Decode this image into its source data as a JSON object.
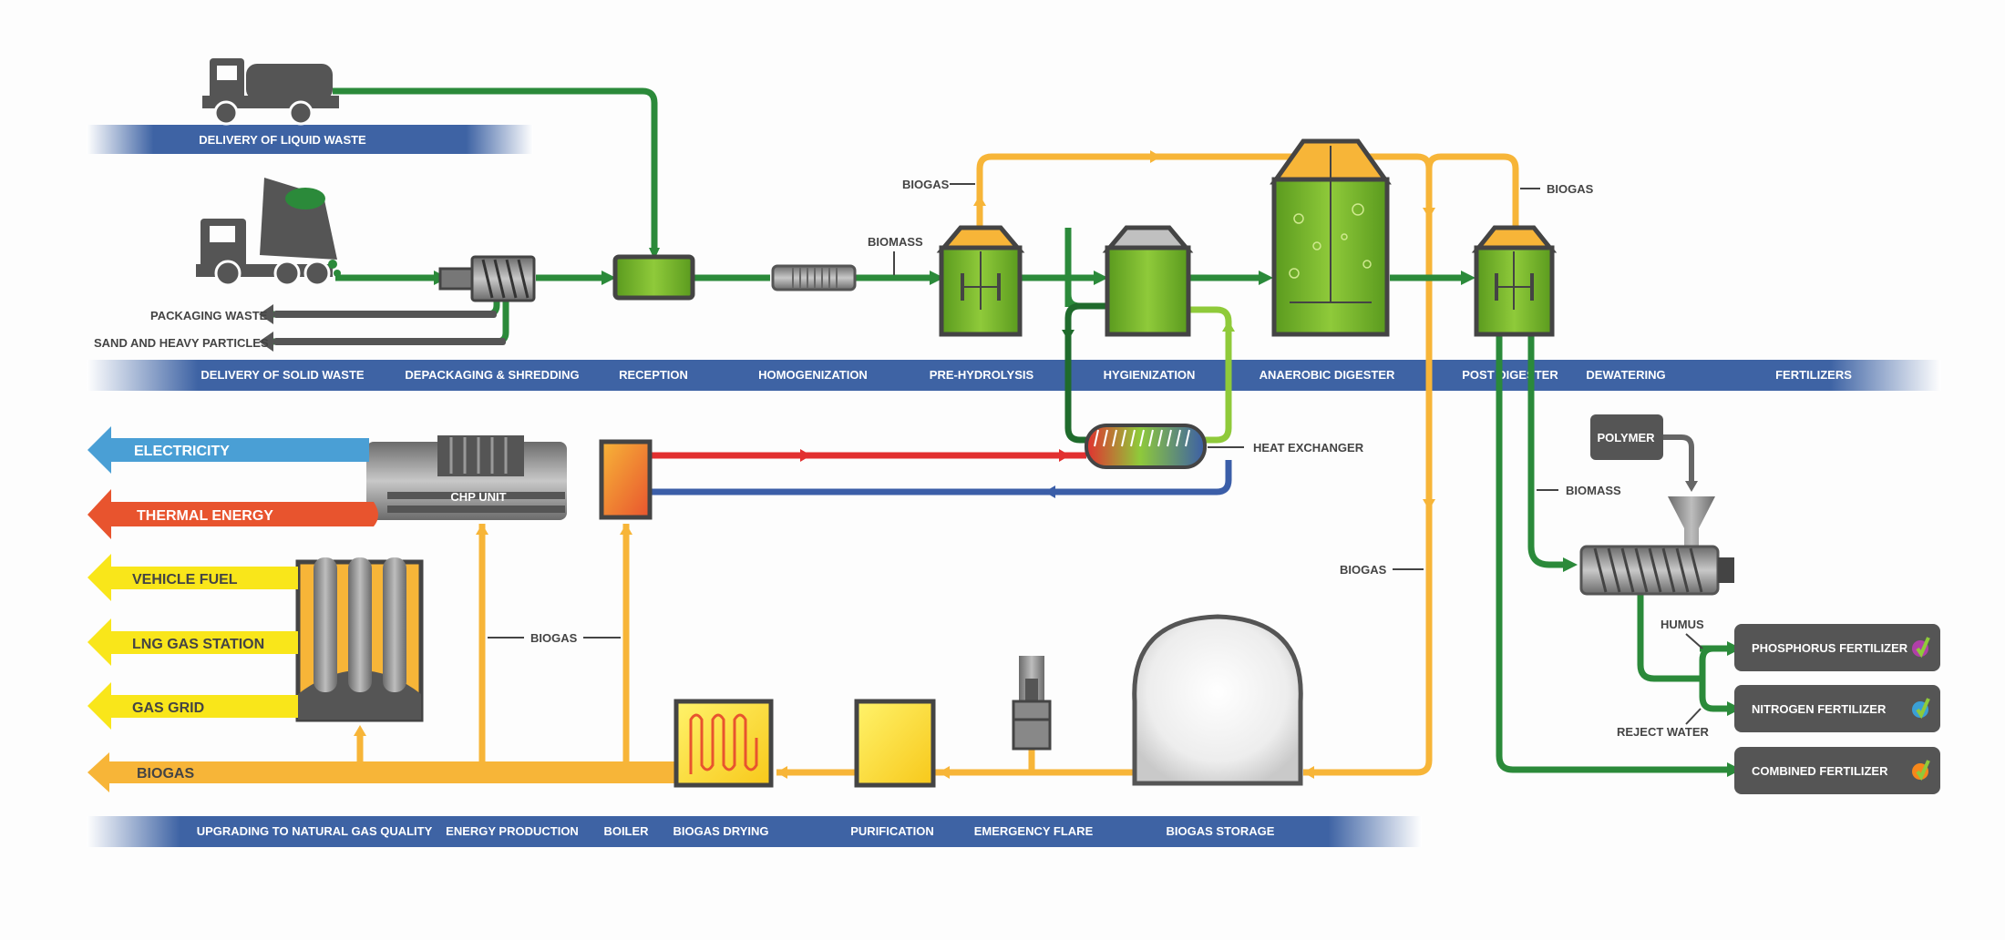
{
  "top_band": {
    "labels": [
      "DELIVERY OF SOLID WASTE",
      "DEPACKAGING & SHREDDING",
      "RECEPTION",
      "HOMOGENIZATION",
      "PRE-HYDROLYSIS",
      "HYGIENIZATION",
      "ANAEROBIC DIGESTER",
      "POST DIGESTER",
      "DEWATERING",
      "FERTILIZERS"
    ]
  },
  "liquid_band": {
    "label": "DELIVERY OF LIQUID WASTE"
  },
  "bottom_band": {
    "labels": [
      "UPGRADING TO NATURAL GAS QUALITY",
      "ENERGY PRODUCTION",
      "BOILER",
      "BIOGAS DRYING",
      "PURIFICATION",
      "EMERGENCY FLARE",
      "BIOGAS STORAGE"
    ]
  },
  "side_outputs": {
    "packaging_waste": "PACKAGING WASTE",
    "sand": "SAND AND HEAVY PARTICLES"
  },
  "flow_labels": {
    "biomass_1": "BIOMASS",
    "biogas_1": "BIOGAS",
    "biogas_2": "BIOGAS",
    "heat_exchanger": "HEAT EXCHANGER",
    "biogas_3": "BIOGAS",
    "biogas_4": "BIOGAS",
    "biomass_2": "BIOMASS",
    "humus": "HUMUS",
    "reject_water": "REJECT WATER"
  },
  "equipment": {
    "polymer": "POLYMER",
    "chp": "CHP UNIT"
  },
  "energy_outputs": [
    {
      "label": "ELECTRICITY",
      "color": "#4a9fd5"
    },
    {
      "label": "THERMAL ENERGY",
      "color": "#e8542e"
    },
    {
      "label": "VEHICLE FUEL",
      "color": "#f9e61a"
    },
    {
      "label": "LNG GAS STATION",
      "color": "#f9e61a"
    },
    {
      "label": "GAS GRID",
      "color": "#f9e61a"
    },
    {
      "label": "BIOGAS",
      "color": "#f7b538"
    }
  ],
  "fertilizers": [
    "PHOSPHORUS FERTILIZER",
    "NITROGEN FERTILIZER",
    "COMBINED FERTILIZER"
  ],
  "colors": {
    "green": "#2b8a3a",
    "orange": "#f7b538",
    "red": "#e23030",
    "blue": "#3b5ea8",
    "band": "#3e63a4",
    "equipment": "#555555"
  }
}
